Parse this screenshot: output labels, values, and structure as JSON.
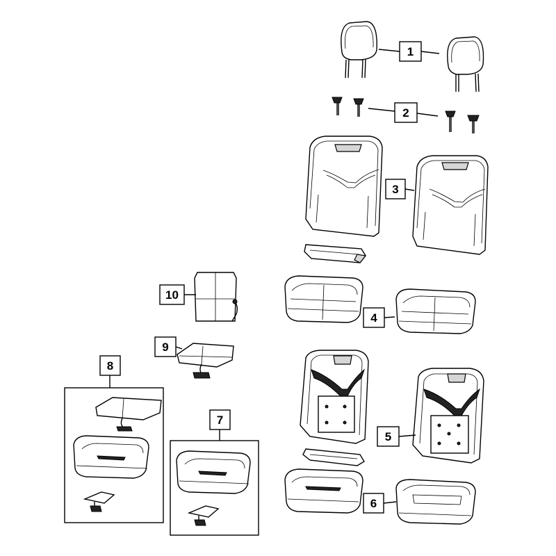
{
  "callouts": {
    "c1": "1",
    "c2": "2",
    "c3": "3",
    "c4": "4",
    "c5": "5",
    "c6": "6",
    "c7": "7",
    "c8": "8",
    "c9": "9",
    "c10": "10"
  },
  "colors": {
    "line": "#000000",
    "background": "#ffffff",
    "shade": "#d6d6d6"
  }
}
